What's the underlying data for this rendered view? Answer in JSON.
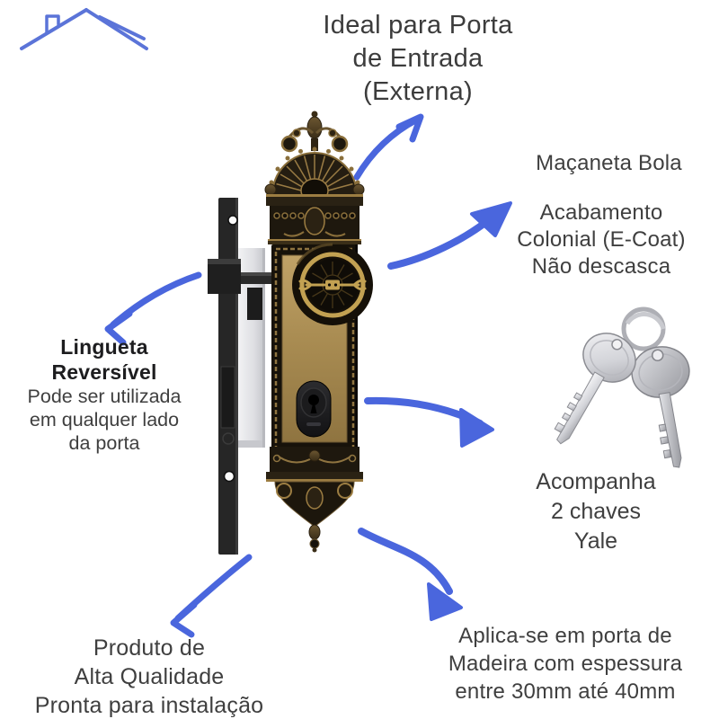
{
  "colors": {
    "arrow-blue": "#4a66dd",
    "house-blue": "#5b74d8",
    "title-text": "#3c3c3c",
    "body-text": "#3f3f3f",
    "bold-text": "#1d1d1f",
    "brass": "#ab8f4e",
    "bronze-dark": "#17120a",
    "gold-accent": "#c2a152",
    "steel-light": "#e9e9ec",
    "key-silver": "#c6c7cc"
  },
  "header": {
    "title_line1": "Ideal para Porta",
    "title_line2": "de Entrada",
    "title_line3": "(Externa)"
  },
  "callouts": {
    "macaneta": {
      "line1": "Maçaneta Bola"
    },
    "acabamento": {
      "line1": "Acabamento",
      "line2": "Colonial (E-Coat)",
      "line3": "Não descasca"
    },
    "lingueta": {
      "title1": "Lingueta",
      "title2": "Reversível",
      "body1": "Pode ser utilizada",
      "body2": "em qualquer lado",
      "body3": "da porta"
    },
    "chaves": {
      "line1": "Acompanha",
      "line2": "2 chaves",
      "line3": "Yale"
    },
    "qualidade": {
      "line1": "Produto de",
      "line2": "Alta Qualidade",
      "line3": "Pronta para instalação"
    },
    "aplicacao": {
      "line1": "Aplica-se em porta de",
      "line2": "Madeira com espessura",
      "line3": "entre 30mm até 40mm"
    }
  }
}
